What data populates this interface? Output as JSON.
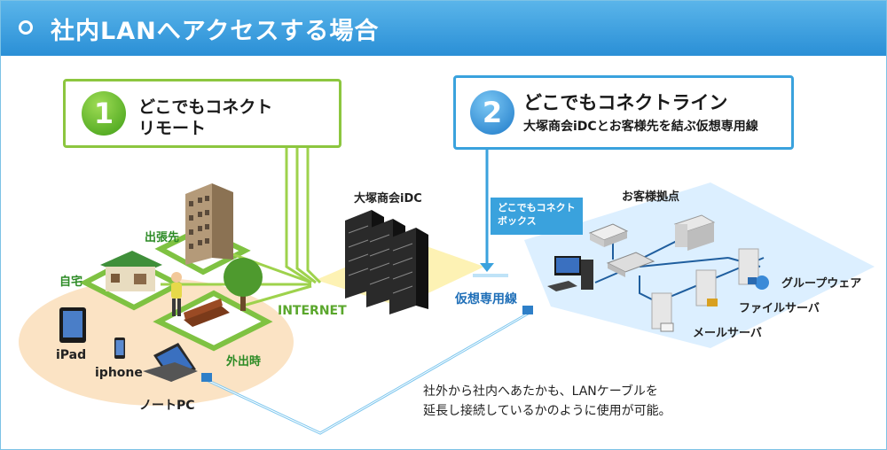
{
  "header": {
    "title": "社内LANへアクセスする場合"
  },
  "box1": {
    "number": "1",
    "line1": "どこでもコネクト",
    "line2": "リモート"
  },
  "box2": {
    "number": "2",
    "line1": "どこでもコネクトライン",
    "line2": "大塚商会iDCとお客様先を結ぶ仮想専用線"
  },
  "labels": {
    "shucchosaki": "出張先",
    "jitaku": "自宅",
    "gaishutsuji": "外出時",
    "ipad": "iPad",
    "iphone": "iphone",
    "notepc": "ノートPC",
    "internet": "INTERNET",
    "idc": "大塚商会iDC",
    "virtual_line": "仮想専用線",
    "customer_site": "お客様拠点",
    "callout_line1": "どこでもコネクト",
    "callout_line2": "ボックス",
    "groupware": "グループウェア",
    "file_server": "ファイルサーバ",
    "mail_server": "メールサーバ"
  },
  "note": {
    "line1": "社外から社内へあたかも、LANケーブルを",
    "line2": "延長し接続しているかのように使用が可能。"
  },
  "colors": {
    "header": "#2a8fd6",
    "green": "#8cc63f",
    "blue": "#3aa2dd",
    "zone_orange": "#fbe3c4",
    "zone_blue": "#dcefff",
    "zone_yellow": "#fdf2b4"
  }
}
